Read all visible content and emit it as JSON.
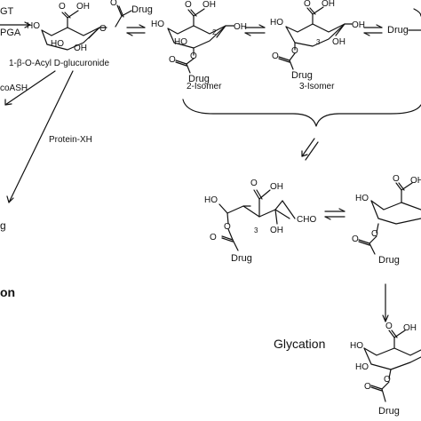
{
  "labels": {
    "ugt": "GT",
    "udpga": "PGA",
    "acyl_glucuronide": "1-β-O-Acyl D-glucuronide",
    "coash": "coASH",
    "protein": "Protein-XH",
    "isomer2": "2-Isomer",
    "isomer3": "3-Isomer",
    "glycation": "Glycation",
    "left_on": "on",
    "left_g": "g"
  },
  "atoms": {
    "oh": "OH",
    "ho": "HO",
    "o": "O",
    "drug": "Drug",
    "cho": "CHO",
    "n2": "2",
    "n3": "3"
  },
  "colors": {
    "ink": "#111111",
    "background": "#ffffff"
  }
}
